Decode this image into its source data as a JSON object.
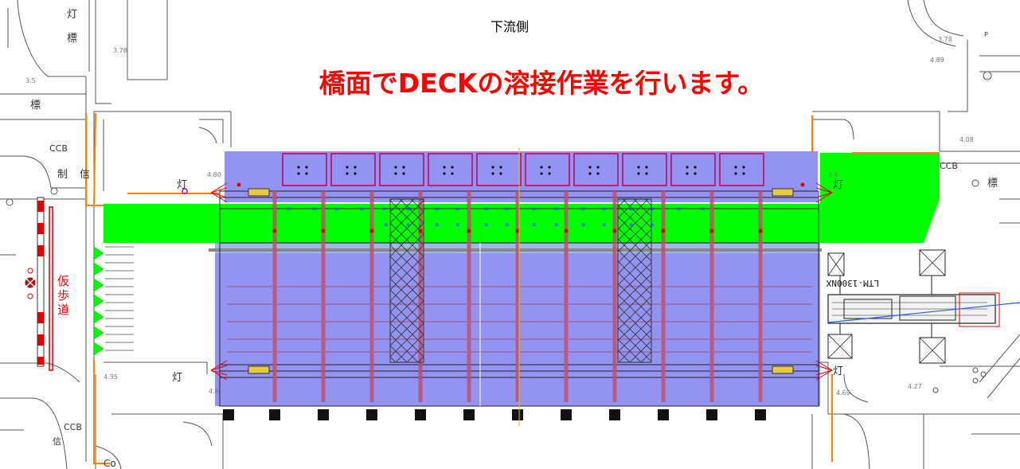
{
  "labels": {
    "downstream_side": "下流側",
    "work_note": "橋面でDECKの溶接作業を行います。",
    "temp_walkway_1": "仮",
    "temp_walkway_2": "歩",
    "temp_walkway_3": "道",
    "crane_model": "LTM-1300NX"
  },
  "map_text": {
    "lamp_tl": "灯",
    "sign_tl": "標",
    "elev_1": "3.78",
    "elev_2": "3.5",
    "sign_left": "標",
    "ccb_left": "CCB",
    "control": "制",
    "signal_left": "信",
    "lamp_upper_left": "灯",
    "elev_4_80": "4.80",
    "elev_4_35": "4.35",
    "lamp_lower_left": "灯",
    "elev_4_8b": "4.8",
    "ccb_bottom_left": "CCB",
    "signal_bottom_left": "信",
    "co_bottom": "Co",
    "elev_right_top": "3.78",
    "elev_right_2": "4.89",
    "p_mark": "P",
    "elev_4_08": "4.08",
    "ccb_right": "CCB",
    "lamp_right": "灯",
    "sign_right": "標",
    "elev_4_6": "4.6",
    "elev_4_69": "4.69",
    "elev_4_27": "4.27",
    "lamp_right_lower": "灯"
  },
  "colors": {
    "deck_fill": "#8080f0",
    "walkway_green": "#00ff00",
    "beam_red": "#c00000",
    "text_red": "#ff0000",
    "line_orange": "#ff8000"
  }
}
